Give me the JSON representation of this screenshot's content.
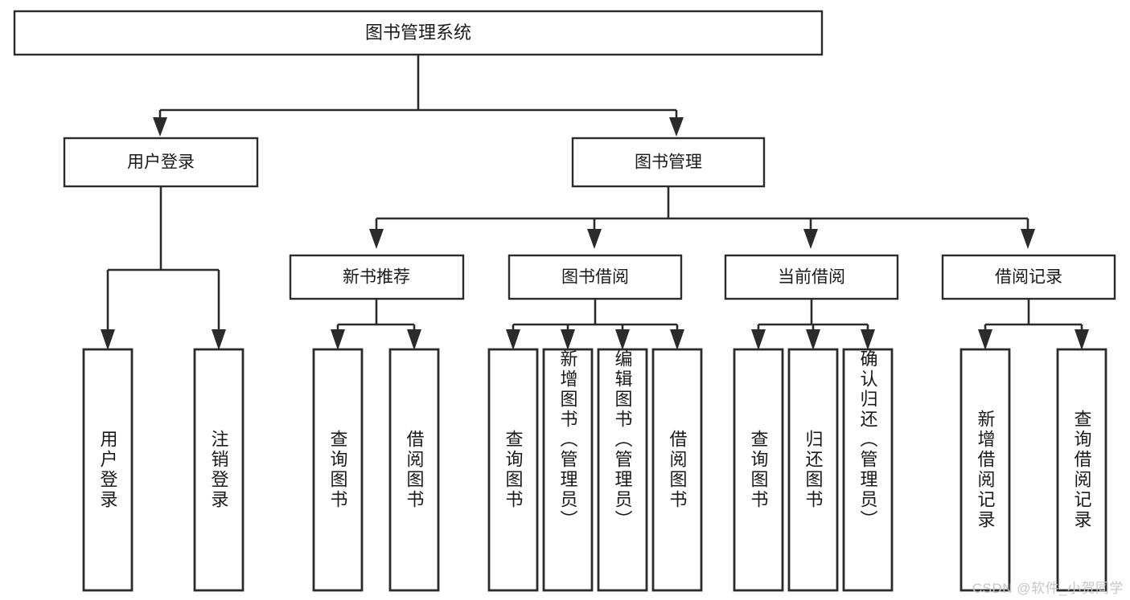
{
  "diagram": {
    "type": "tree-hierarchy",
    "title": "图书管理系统",
    "root": {
      "label": "图书管理系统",
      "level": 0
    },
    "level1": [
      {
        "label": "用户登录"
      },
      {
        "label": "图书管理"
      }
    ],
    "level2": [
      {
        "label": "新书推荐",
        "parent": "图书管理"
      },
      {
        "label": "图书借阅",
        "parent": "图书管理"
      },
      {
        "label": "当前借阅",
        "parent": "图书管理"
      },
      {
        "label": "借阅记录",
        "parent": "图书管理"
      }
    ],
    "leaves": {
      "user_login": [
        {
          "label": "用户登录"
        },
        {
          "label": "注销登录"
        }
      ],
      "new_book_recommend": [
        {
          "label": "查询图书"
        },
        {
          "label": "借阅图书"
        }
      ],
      "book_borrow": [
        {
          "label": "查询图书"
        },
        {
          "label": "新增图书（管理员）"
        },
        {
          "label": "编辑图书（管理员）"
        },
        {
          "label": "借阅图书"
        }
      ],
      "current_borrow": [
        {
          "label": "查询图书"
        },
        {
          "label": "归还图书"
        },
        {
          "label": "确认归还（管理员）"
        }
      ],
      "borrow_record": [
        {
          "label": "新增借阅记录"
        },
        {
          "label": "查询借阅记录"
        }
      ]
    },
    "colors": {
      "stroke": "#2b2b2b",
      "fill": "#ffffff",
      "text": "#1a1a1a",
      "watermark": "#c7c7c7"
    }
  },
  "watermark": {
    "text": "CSDN @软件_小贺同学"
  }
}
